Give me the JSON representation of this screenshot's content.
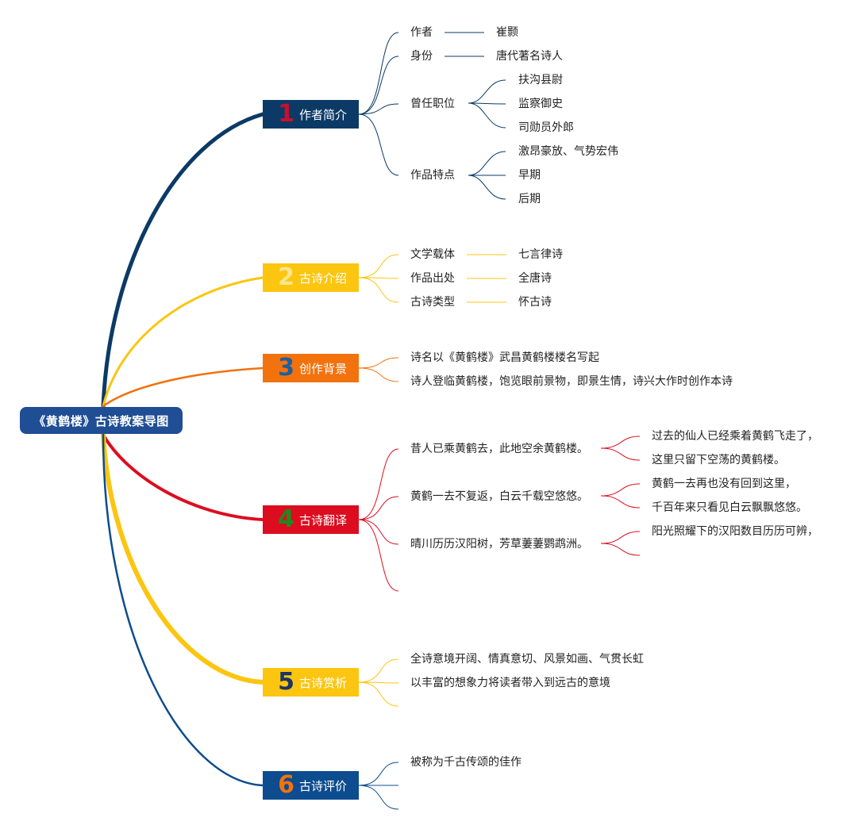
{
  "root": {
    "title": "《黄鹤楼》古诗教案导图"
  },
  "colors": {
    "navy": "#0c3a66",
    "yellow": "#fcc510",
    "orange": "#f2720d",
    "red": "#dc0d1f",
    "blue": "#0d4c8e",
    "root": "#1f4e95",
    "text": "#222222"
  },
  "branches": [
    {
      "number": "1",
      "label": "作者简介",
      "fill": "#0c3a66",
      "number_color": "#c8102e",
      "items": [
        {
          "label": "作者",
          "values": [
            "崔颢"
          ]
        },
        {
          "label": "身份",
          "values": [
            "唐代著名诗人"
          ]
        },
        {
          "label": "曾任职位",
          "values": [
            "扶沟县尉",
            "监察御史",
            "司勋员外郎"
          ]
        },
        {
          "label": "作品特点",
          "values": [
            "激昂豪放、气势宏伟",
            "早期",
            "后期"
          ]
        }
      ]
    },
    {
      "number": "2",
      "label": "古诗介绍",
      "fill": "#fcc510",
      "number_color": "#fde68a",
      "items": [
        {
          "label": "文学载体",
          "values": [
            "七言律诗"
          ]
        },
        {
          "label": "作品出处",
          "values": [
            "全唐诗"
          ]
        },
        {
          "label": "古诗类型",
          "values": [
            "怀古诗"
          ]
        }
      ]
    },
    {
      "number": "3",
      "label": "创作背景",
      "fill": "#f2720d",
      "number_color": "#1d5f9e",
      "items": [
        {
          "text": "诗名以《黄鹤楼》武昌黄鹤楼楼名写起"
        },
        {
          "text": "诗人登临黄鹤楼，饱览眼前景物，即景生情，诗兴大作时创作本诗"
        }
      ]
    },
    {
      "number": "4",
      "label": "古诗翻译",
      "fill": "#dc0d1f",
      "number_color": "#1e8a1e",
      "items": [
        {
          "label": "昔人已乘黄鹤去，此地空余黄鹤楼。",
          "values": [
            "过去的仙人已经乘着黄鹤飞走了，",
            "这里只留下空荡的黄鹤楼。"
          ]
        },
        {
          "label": "黄鹤一去不复返，白云千载空悠悠。",
          "values": [
            "黄鹤一去再也没有回到这里，",
            "千百年来只看见白云飘飘悠悠。"
          ]
        },
        {
          "label": "晴川历历汉阳树，芳草萋萋鹦鹉洲。",
          "values": [
            "阳光照耀下的汉阳数目历历可辨，"
          ]
        }
      ]
    },
    {
      "number": "5",
      "label": "古诗赏析",
      "fill": "#fcc510",
      "number_color": "#1b3566",
      "items": [
        {
          "text": "全诗意境开阔、情真意切、风景如画、气贯长虹"
        },
        {
          "text": "以丰富的想象力将读者带入到远古的意境"
        }
      ]
    },
    {
      "number": "6",
      "label": "古诗评价",
      "fill": "#0d4c8e",
      "number_color": "#f2720d",
      "items": [
        {
          "text": "被称为千古传颂的佳作"
        }
      ]
    }
  ]
}
